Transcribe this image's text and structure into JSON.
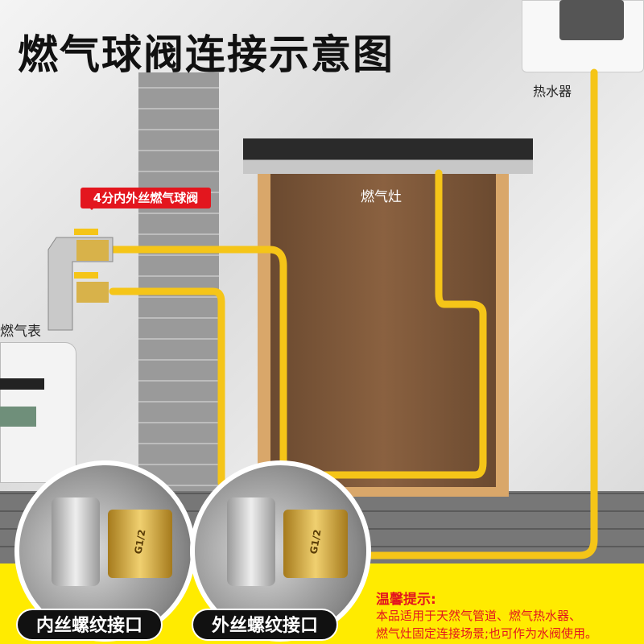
{
  "title": "燃气球阀连接示意图",
  "labels": {
    "water_heater": "热水器",
    "stove": "燃气灶",
    "valve": "4分内外丝燃气球阀",
    "meter": "燃气表"
  },
  "callouts": [
    "内丝螺纹接口",
    "外丝螺纹接口"
  ],
  "fitting_mark": "G1/2",
  "tip": {
    "title": "温馨提示:",
    "lines": [
      "本品适用于天然气管道、燃气热水器、",
      "燃气灶固定连接场景;也可作为水阀使用。"
    ]
  },
  "colors": {
    "pipe": "#f5c518",
    "badge": "#e3161e",
    "banner": "#ffeb00",
    "tip_text": "#e3161e"
  }
}
